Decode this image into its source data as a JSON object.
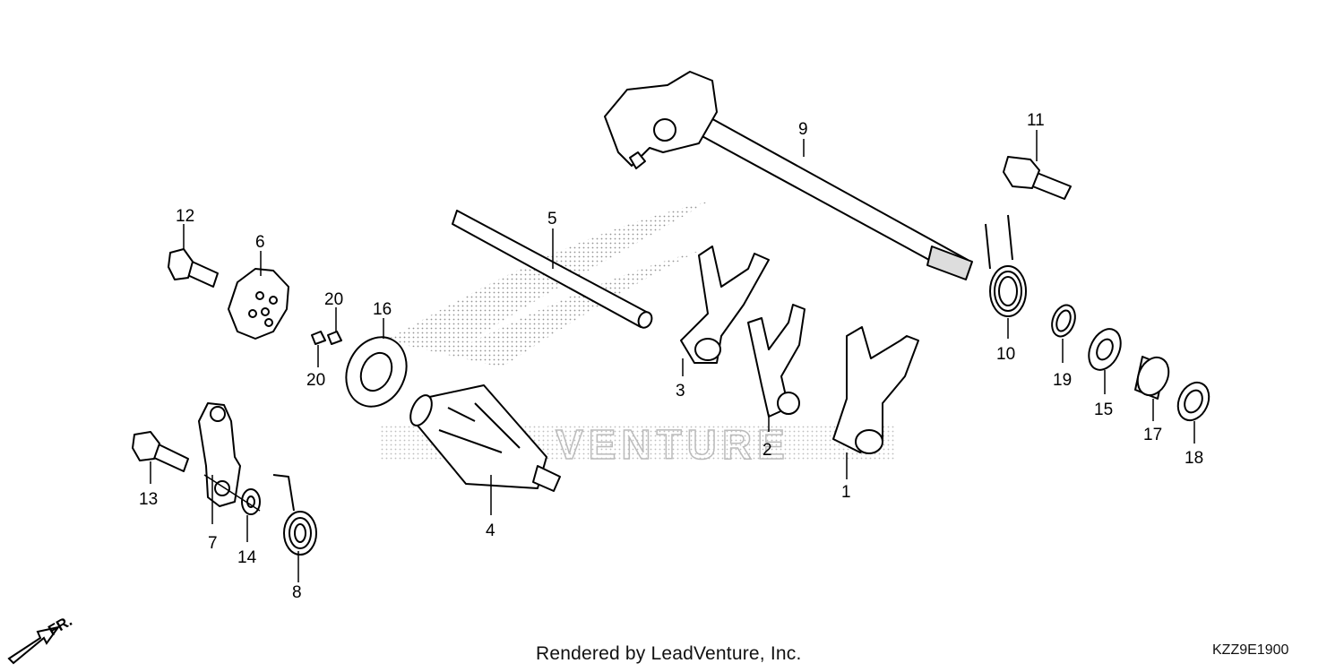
{
  "diagram": {
    "callouts": [
      "1",
      "2",
      "3",
      "4",
      "5",
      "6",
      "7",
      "8",
      "9",
      "10",
      "11",
      "12",
      "13",
      "14",
      "15",
      "16",
      "17",
      "18",
      "19",
      "20",
      "20"
    ],
    "front_indicator": "FR.",
    "watermark": "VENTURE",
    "credit": "Rendered by LeadVenture, Inc.",
    "diagram_code": "KZZ9E1900"
  }
}
